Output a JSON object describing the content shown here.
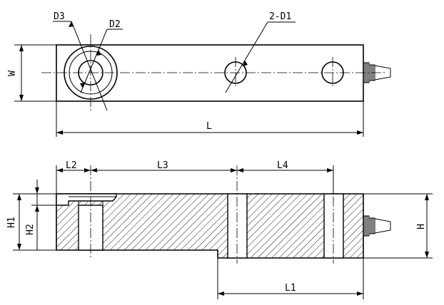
{
  "labels": {
    "d3": "D3",
    "d2": "D2",
    "d1": "2-D1",
    "w": "W",
    "l": "L",
    "l2": "L2",
    "l3": "L3",
    "l4": "L4",
    "h1": "H1",
    "h2": "H2",
    "h": "H",
    "l1": "L1"
  },
  "colors": {
    "line": "#000000",
    "background": "#ffffff"
  }
}
